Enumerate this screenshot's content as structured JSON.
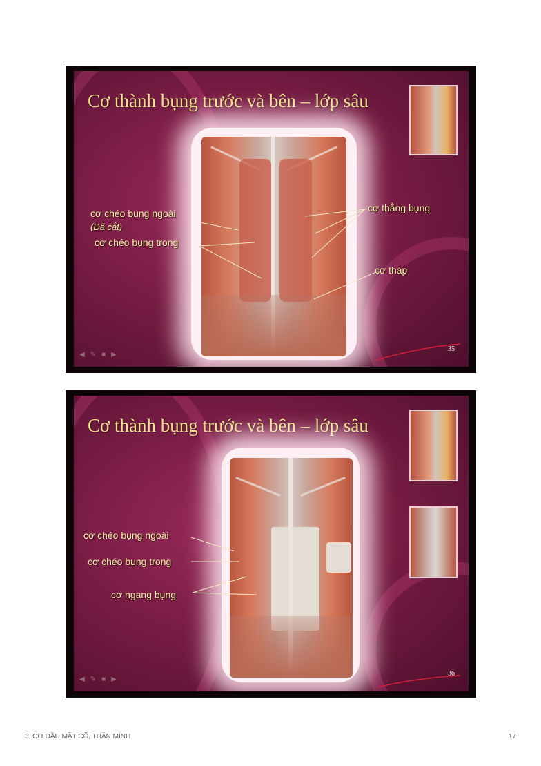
{
  "slides": [
    {
      "title": "Cơ thành bụng trước và bên – lớp sâu",
      "labels": [
        "cơ chéo bụng ngoài",
        "(Đã cắt)",
        "cơ chéo bụng trong",
        "cơ thẳng bụng",
        "cơ tháp"
      ],
      "number": "35"
    },
    {
      "title": "Cơ thành bụng trước và bên – lớp sâu",
      "labels": [
        "cơ chéo bụng ngoài",
        "cơ chéo bụng trong",
        "cơ ngang bụng"
      ],
      "number": "36"
    }
  ],
  "nav_icons": [
    "arrow-left-icon",
    "pencil-icon",
    "menu-icon",
    "arrow-right-icon"
  ],
  "footer": {
    "chapter": "3. CƠ ĐẦU MẶT CỔ, THÂN MÌNH",
    "page": "17"
  },
  "colors": {
    "slide_background": "#7a1d45",
    "title_text": "#f3e08a",
    "label_text": "#f3f0a0",
    "slide_frame": "#0d0508"
  }
}
